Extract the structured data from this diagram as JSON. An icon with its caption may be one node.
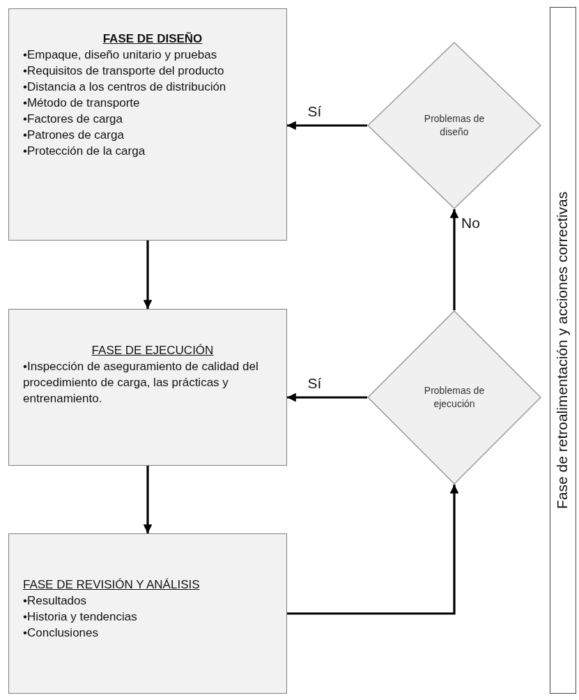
{
  "diagram": {
    "nodes": [
      {
        "text": [
          "FASE DE DISEÑO",
          "•Empaque, diseño unitario y pruebas",
          "•Requisitos de transporte del producto",
          "•Distancia a los centros de distribución",
          "•Método de transporte",
          "•Factores de carga",
          "•Patrones de carga",
          "•Protección de la carga"
        ]
      },
      {
        "text": [
          "FASE DE EJECUCIÓN",
          "•Inspección de aseguramiento de calidad del procedimiento de carga, las prácticas y entrenamiento."
        ]
      },
      {
        "text": [
          "FASE DE REVISIÓN Y ANÁLISIS",
          "•Resultados",
          "•Historia y tendencias",
          "•Conclusiones"
        ]
      },
      {
        "text": [
          "Problemas de diseño"
        ]
      },
      {
        "text": [
          "Problemas de ejecución"
        ]
      },
      {
        "text": [
          "Fase de retroalimentación y acciones correctivas"
        ]
      }
    ],
    "edges": [
      {
        "from": 0,
        "to": 1,
        "arrow": "to"
      },
      {
        "from": 1,
        "to": 2,
        "arrow": "to"
      },
      {
        "from": 2,
        "to": 4,
        "arrow": "to"
      },
      {
        "from": 4,
        "to": 3,
        "arrow": "to",
        "label": "No"
      },
      {
        "from": 3,
        "to": 0,
        "arrow": "to",
        "label": "Sí"
      },
      {
        "from": 4,
        "to": 1,
        "arrow": "to",
        "label": "Sí"
      }
    ]
  }
}
